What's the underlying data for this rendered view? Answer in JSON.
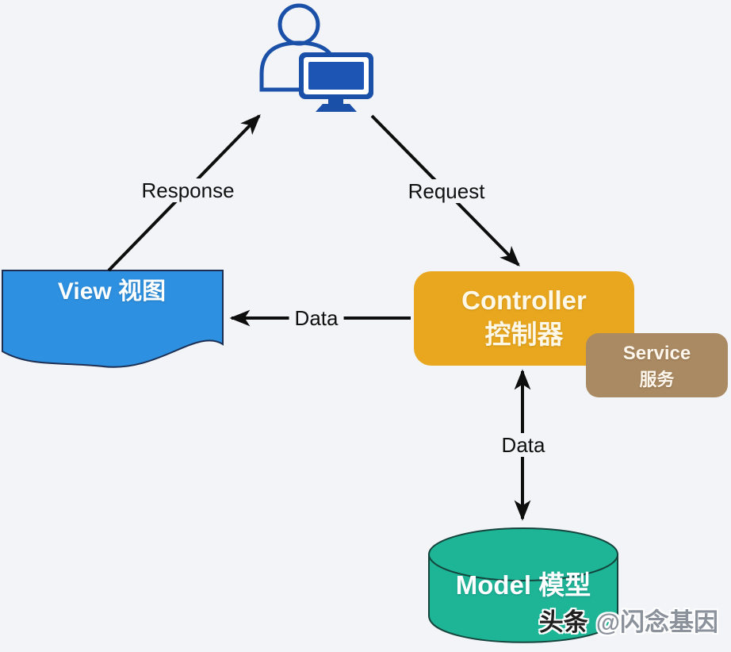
{
  "page": {
    "background_color": "#f3f4f8",
    "arrow_color": "#0e0e0e"
  },
  "user_node": {
    "icon": "user-with-monitor-icon",
    "outline_color": "#1b50a8",
    "ring_color": "#ffffff",
    "screen_color": "#1d55b4"
  },
  "nodes": {
    "view": {
      "label_en": "View",
      "label_zh": "视图",
      "shape": "document-wave",
      "fill": "#2e90e0",
      "outline": "#1c2f52",
      "text_color": "#ffffff"
    },
    "controller": {
      "label_en": "Controller",
      "label_zh": "控制器",
      "shape": "rounded-rectangle",
      "fill": "#e9a71f",
      "text_color": "#fdf8e7"
    },
    "service": {
      "label_en": "Service",
      "label_zh": "服务",
      "shape": "rounded-rectangle",
      "fill": "#aa8a63",
      "text_color": "#fdf6ec"
    },
    "model": {
      "label_en": "Model",
      "label_zh": "模型",
      "shape": "cylinder-database",
      "fill": "#1eb496",
      "outline": "#14443c",
      "text_color": "#ffffff"
    }
  },
  "edges": {
    "response": {
      "label": "Response",
      "from": "view",
      "to": "user",
      "direction": "one-way"
    },
    "request": {
      "label": "Request",
      "from": "user",
      "to": "controller",
      "direction": "one-way"
    },
    "data_to_view": {
      "label": "Data",
      "from": "controller",
      "to": "view",
      "direction": "one-way"
    },
    "data_model": {
      "label": "Data",
      "from": "controller",
      "to": "model",
      "direction": "two-way"
    }
  },
  "watermark": {
    "brand": "头条",
    "handle": "@闪念基因",
    "brand_color": "#1f1f1f",
    "handle_color": "#8b929b"
  }
}
